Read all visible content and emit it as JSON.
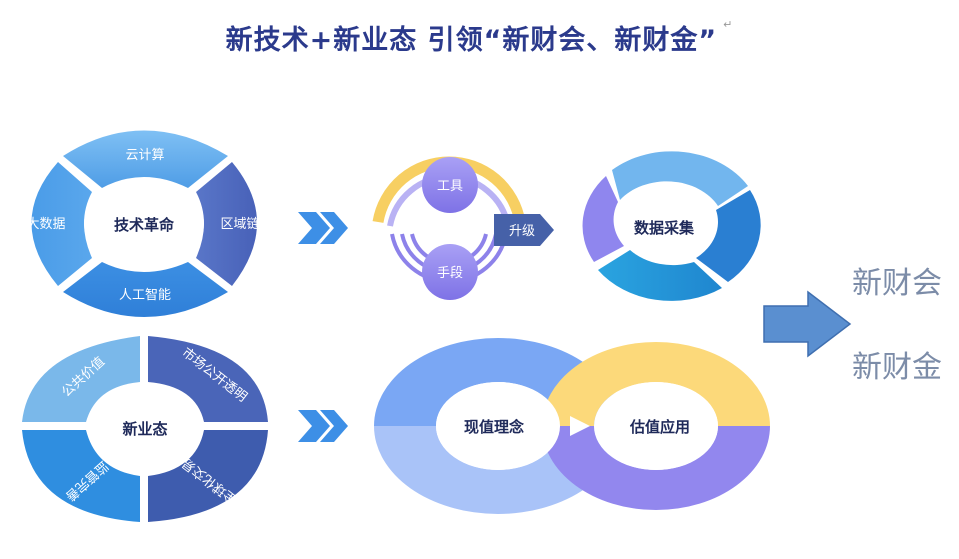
{
  "title": "新技术+新业态  引领“新财会、新财金”",
  "title_mark": "↵",
  "tech": {
    "center": "技术革命",
    "segments": [
      "云计算",
      "区域链",
      "人工智能",
      "大数据"
    ]
  },
  "business": {
    "center": "新业态",
    "segments": [
      "公共价值",
      "市场公开透明",
      "全球化交易",
      "监管完善"
    ]
  },
  "tools": {
    "top": "工具",
    "bottom": "手段",
    "arrow": "升级",
    "ring": "数据采集"
  },
  "value": {
    "left": "现值理念",
    "right": "估值应用"
  },
  "outcomes": [
    "新财会",
    "新财金"
  ],
  "colors": {
    "title": "#2b3a8c",
    "blue_dark": "#4d6fc9",
    "blue_mid": "#3a8ee0",
    "blue_light": "#6fb2ee",
    "purple": "#9b8df0",
    "yellow": "#fcd97a",
    "big_arrow": "#5a8fd0"
  }
}
